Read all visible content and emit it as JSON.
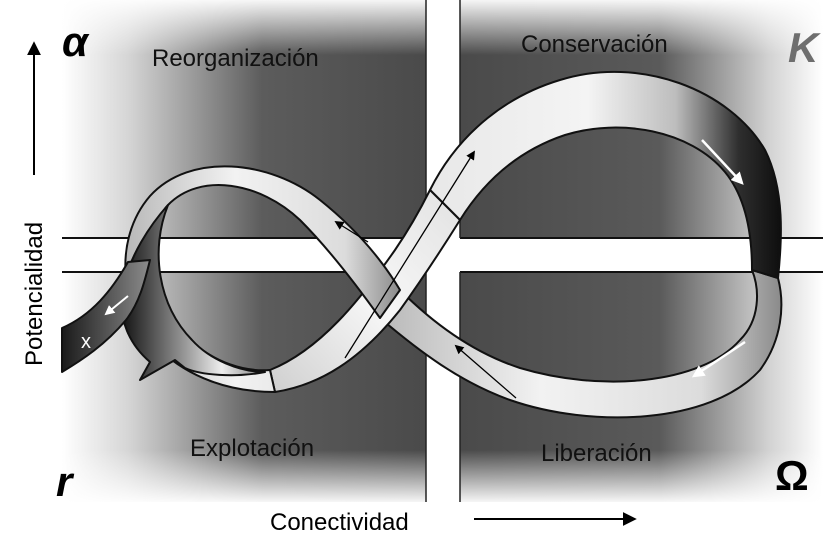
{
  "quadrants": {
    "reorganization": "Reorganización",
    "conservation": "Conservación",
    "exploitation": "Explotación",
    "release": "Liberación"
  },
  "corner_symbols": {
    "top_left": "α",
    "top_right": "K",
    "bottom_left": "r",
    "bottom_right": "Ω"
  },
  "axes": {
    "y_label": "Potencialidad",
    "x_label": "Conectividad"
  },
  "exit_marker": "x",
  "colors": {
    "quadrant_fill": "#4a4a4a",
    "band_fill": "#ffffff",
    "ribbon_light": "#f2f2f2",
    "ribbon_dark": "#151515",
    "symbol_black": "#000000",
    "symbol_gray": "#6e6e6e"
  }
}
